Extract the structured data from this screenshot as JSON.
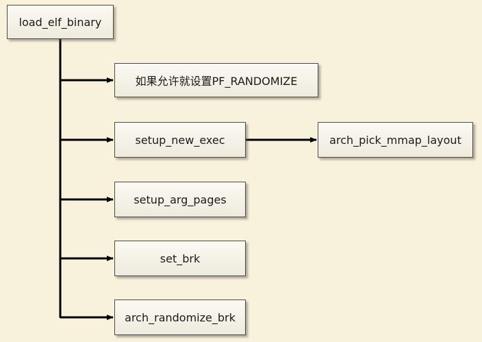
{
  "diagram": {
    "root": "load_elf_binary",
    "children": [
      "如果允许就设置PF_RANDOMIZE",
      "setup_new_exec",
      "setup_arg_pages",
      "set_brk",
      "arch_randomize_brk"
    ],
    "setup_new_exec_child": "arch_pick_mmap_layout"
  },
  "colors": {
    "background": "#f8f1dc",
    "box_border": "#4a4a4a",
    "line": "#000000"
  }
}
